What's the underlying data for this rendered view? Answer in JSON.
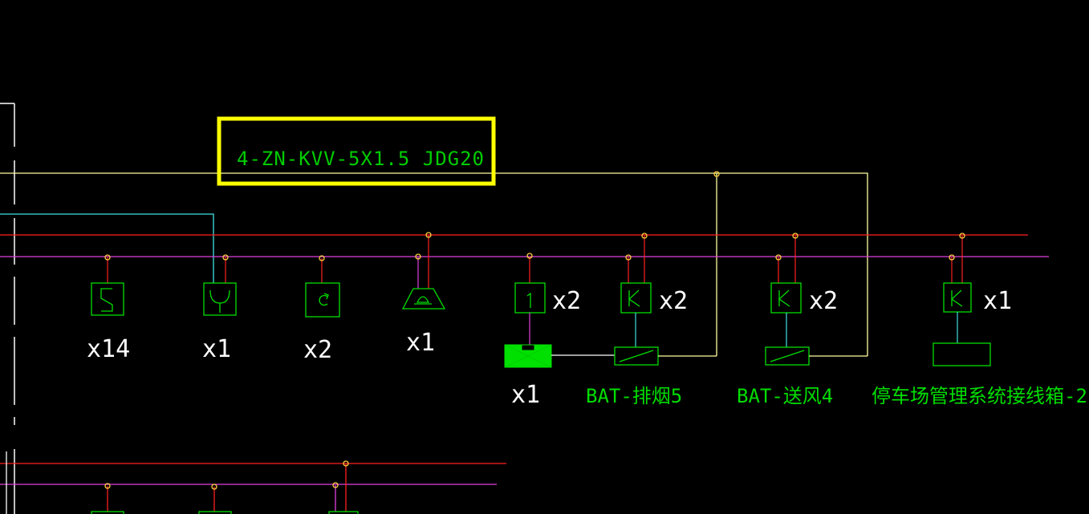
{
  "highlight": {
    "cable_spec": "4-ZN-KVV-5X1.5 JDG20",
    "box_color": "#ffff00"
  },
  "colors": {
    "background": "#000000",
    "yellow_line": "#ffffa0",
    "red_bus": "#ff2020",
    "magenta_bus": "#e040e0",
    "cyan_line": "#40e0e0",
    "green_symbol": "#00dd00",
    "white_line": "#ffffff",
    "node": "#ffd040"
  },
  "devices": [
    {
      "id": "smoke-detector",
      "symbol": "S",
      "quantity": "x14"
    },
    {
      "id": "temperature-detector",
      "symbol": "Y",
      "quantity": "x1"
    },
    {
      "id": "manual-alarm-button",
      "symbol": "O",
      "quantity": "x2"
    },
    {
      "id": "sounder-strobe",
      "symbol": "alarm",
      "quantity": "x1"
    },
    {
      "id": "input-module",
      "symbol": "I",
      "quantity": "x2"
    },
    {
      "id": "control-module-1",
      "symbol": "K",
      "quantity": "x2"
    },
    {
      "id": "control-module-2",
      "symbol": "K",
      "quantity": "x2"
    },
    {
      "id": "control-module-3",
      "symbol": "K",
      "quantity": "x1"
    }
  ],
  "valve": {
    "quantity": "x1"
  },
  "equipment_labels": {
    "bat_exhaust": "BAT-排烟5",
    "bat_supply": "BAT-送风4",
    "parking_box": "停车场管理系统接线箱-2"
  }
}
